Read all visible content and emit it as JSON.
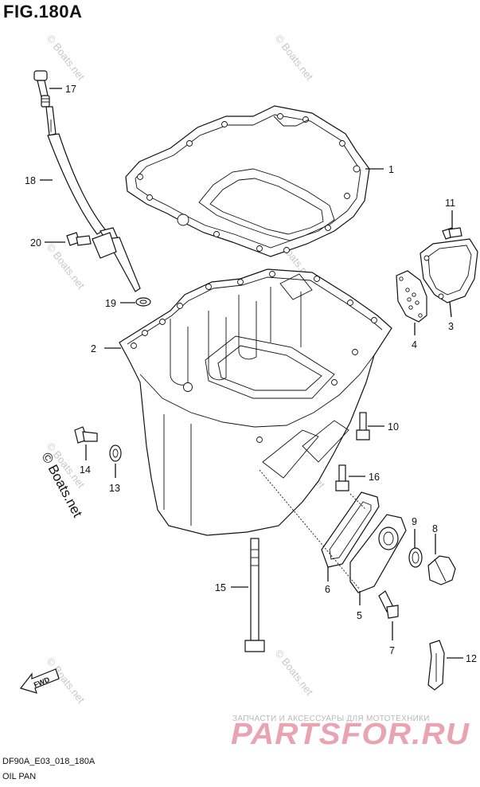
{
  "figure": {
    "title": "FIG.180A",
    "code": "DF90A_E03_018_180A",
    "name": "OIL PAN"
  },
  "watermarks": {
    "site": "© Boats.net",
    "copyright": "© Boats.net",
    "ru_tagline": "ЗАПЧАСТИ И АКСЕССУАРЫ ДЛЯ МОТОТЕХНИКИ",
    "ru_logo": "PARTSFOR.RU"
  },
  "callouts": [
    {
      "id": "c1",
      "label": "1"
    },
    {
      "id": "c2",
      "label": "2"
    },
    {
      "id": "c3",
      "label": "3"
    },
    {
      "id": "c4",
      "label": "4"
    },
    {
      "id": "c5",
      "label": "5"
    },
    {
      "id": "c6",
      "label": "6"
    },
    {
      "id": "c7",
      "label": "7"
    },
    {
      "id": "c8",
      "label": "8"
    },
    {
      "id": "c9",
      "label": "9"
    },
    {
      "id": "c10",
      "label": "10"
    },
    {
      "id": "c11",
      "label": "11"
    },
    {
      "id": "c12",
      "label": "12"
    },
    {
      "id": "c13",
      "label": "13"
    },
    {
      "id": "c14",
      "label": "14"
    },
    {
      "id": "c15",
      "label": "15"
    },
    {
      "id": "c16",
      "label": "16"
    },
    {
      "id": "c17",
      "label": "17"
    },
    {
      "id": "c18",
      "label": "18"
    },
    {
      "id": "c19",
      "label": "19"
    },
    {
      "id": "c20",
      "label": "20"
    }
  ],
  "fwd_label": "FWD"
}
